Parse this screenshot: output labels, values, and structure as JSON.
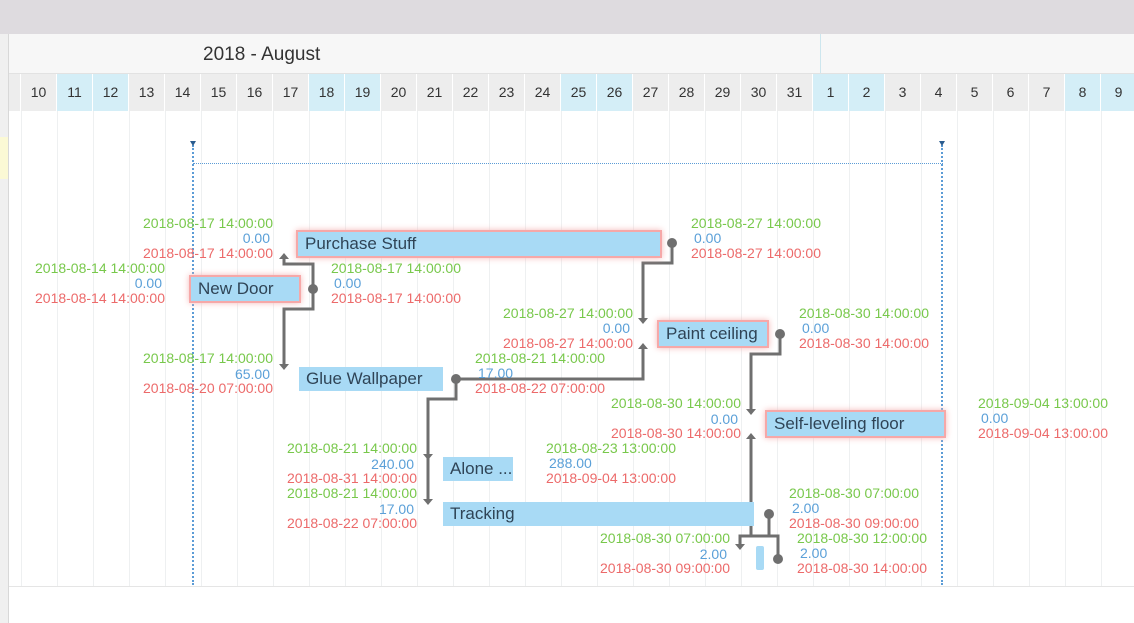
{
  "header": {
    "month_label": "2018 - August"
  },
  "days": [
    "10",
    "11",
    "12",
    "13",
    "14",
    "15",
    "16",
    "17",
    "18",
    "19",
    "20",
    "21",
    "22",
    "23",
    "24",
    "25",
    "26",
    "27",
    "28",
    "29",
    "30",
    "31",
    "1",
    "2",
    "3",
    "4",
    "5",
    "6",
    "7",
    "8",
    "9"
  ],
  "colors": {
    "task_fill": "#a8daf5",
    "critical_glow": "#f6a8a8",
    "early_date": "#78c84b",
    "float": "#5ba0d8",
    "late_date": "#ec6a6a",
    "weekend": "#d4eef7"
  },
  "tasks": [
    {
      "name": "Purchase Stuff",
      "left_es": "2018-08-17 14:00:00",
      "left_float": "0.00",
      "left_ls": "2018-08-17 14:00:00",
      "right_ef": "2018-08-27 14:00:00",
      "right_float": "0.00",
      "right_lf": "2018-08-27 14:00:00"
    },
    {
      "name": "New Door",
      "left_es": "2018-08-14 14:00:00",
      "left_float": "0.00",
      "left_ls": "2018-08-14 14:00:00",
      "right_ef": "2018-08-17 14:00:00",
      "right_float": "0.00",
      "right_lf": "2018-08-17 14:00:00"
    },
    {
      "name": "Paint ceiling",
      "left_es": "2018-08-27 14:00:00",
      "left_float": "0.00",
      "left_ls": "2018-08-27 14:00:00",
      "right_ef": "2018-08-30 14:00:00",
      "right_float": "0.00",
      "right_lf": "2018-08-30 14:00:00"
    },
    {
      "name": "Glue Wallpaper",
      "left_es": "2018-08-17 14:00:00",
      "left_float": "65.00",
      "left_ls": "2018-08-20 07:00:00",
      "right_ef": "2018-08-21 14:00:00",
      "right_float": "17.00",
      "right_lf": "2018-08-22 07:00:00"
    },
    {
      "name": "Self-leveling floor",
      "left_es": "2018-08-30 14:00:00",
      "left_float": "0.00",
      "left_ls": "2018-08-30 14:00:00",
      "right_ef": "2018-09-04 13:00:00",
      "right_float": "0.00",
      "right_lf": "2018-09-04 13:00:00"
    },
    {
      "name": "Alone ...",
      "left_es": "2018-08-21 14:00:00",
      "left_float": "240.00",
      "left_ls": "2018-08-31 14:00:00",
      "right_ef": "2018-08-23 13:00:00",
      "right_float": "288.00",
      "right_lf": "2018-09-04 13:00:00"
    },
    {
      "name": "Tracking",
      "left_es": "2018-08-21 14:00:00",
      "left_float": "17.00",
      "left_ls": "2018-08-22 07:00:00",
      "right_ef": "2018-08-30 07:00:00",
      "right_float": "2.00",
      "right_lf": "2018-08-30 09:00:00"
    },
    {
      "name": "",
      "left_es": "2018-08-30 07:00:00",
      "left_float": "2.00",
      "left_ls": "2018-08-30 09:00:00",
      "right_ef": "2018-08-30 12:00:00",
      "right_float": "2.00",
      "right_lf": "2018-08-30 14:00:00"
    }
  ]
}
